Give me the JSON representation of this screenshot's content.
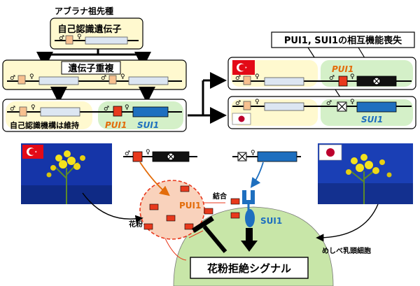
{
  "ancestor": {
    "title": "アブラナ祖先種",
    "gene_label": "自己認識遺伝子"
  },
  "duplication": {
    "label": "遺伝子重複"
  },
  "maintained": {
    "label": "自己認識機構は維持"
  },
  "genes": {
    "pui1": "PUI1",
    "sui1": "SUI1"
  },
  "loss": {
    "title": "PUI1, SUI1の相互機能喪失"
  },
  "symbols": {
    "male": "♂",
    "female": "♀"
  },
  "flags": {
    "top": "turkey-flag",
    "bottom": "japan-flag"
  },
  "mechanism": {
    "pollen": "花粉",
    "binding": "結合",
    "pistil": "めしべ乳頭細胞",
    "pui1": "PUI1",
    "sui1": "SUI1",
    "signal": "花粉拒絶シグナル"
  },
  "colors": {
    "yellow_panel": "#fff9cf",
    "green_panel": "#d4f0c8",
    "pui1_red": "#e8391d",
    "sui1_blue": "#1e6fbf",
    "orange_text": "#e36c0a",
    "pollen_fill": "#f9d2bc",
    "pistil_fill": "#c8e6a8"
  }
}
